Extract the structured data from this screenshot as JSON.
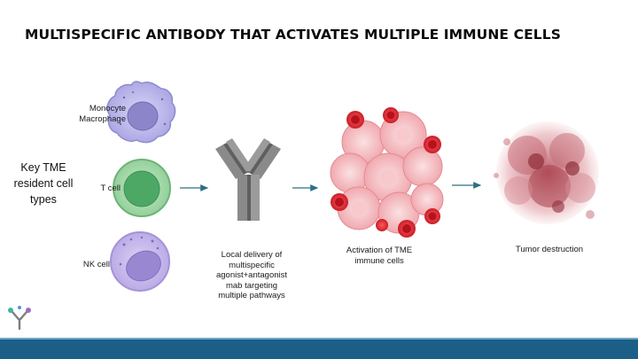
{
  "title": "MULTISPECIFIC ANTIBODY THAT ACTIVATES MULTIPLE IMMUNE CELLS",
  "key_label": "Key TME resident cell types",
  "cells": [
    {
      "label": "Monocyte Macrophage",
      "color": "#b9b6e8"
    },
    {
      "label": "T cell",
      "color": "#9fd4a6"
    },
    {
      "label": "NK cell",
      "color": "#c7b9ea"
    }
  ],
  "steps": [
    {
      "label": "Local delivery of multispecific agonist+antagonist mab targeting multiple pathways"
    },
    {
      "label": "Activation of TME immune cells"
    },
    {
      "label": "Tumor destruction"
    }
  ],
  "colors": {
    "arrow": "#2d6f86",
    "antibody": "#8a8a8a",
    "tumor": "#f0a9ae",
    "red_cell": "#d9232e",
    "destruction": "#b5525c",
    "footer": "#1b5f86"
  },
  "logo_icon": "antibody-logo-icon"
}
